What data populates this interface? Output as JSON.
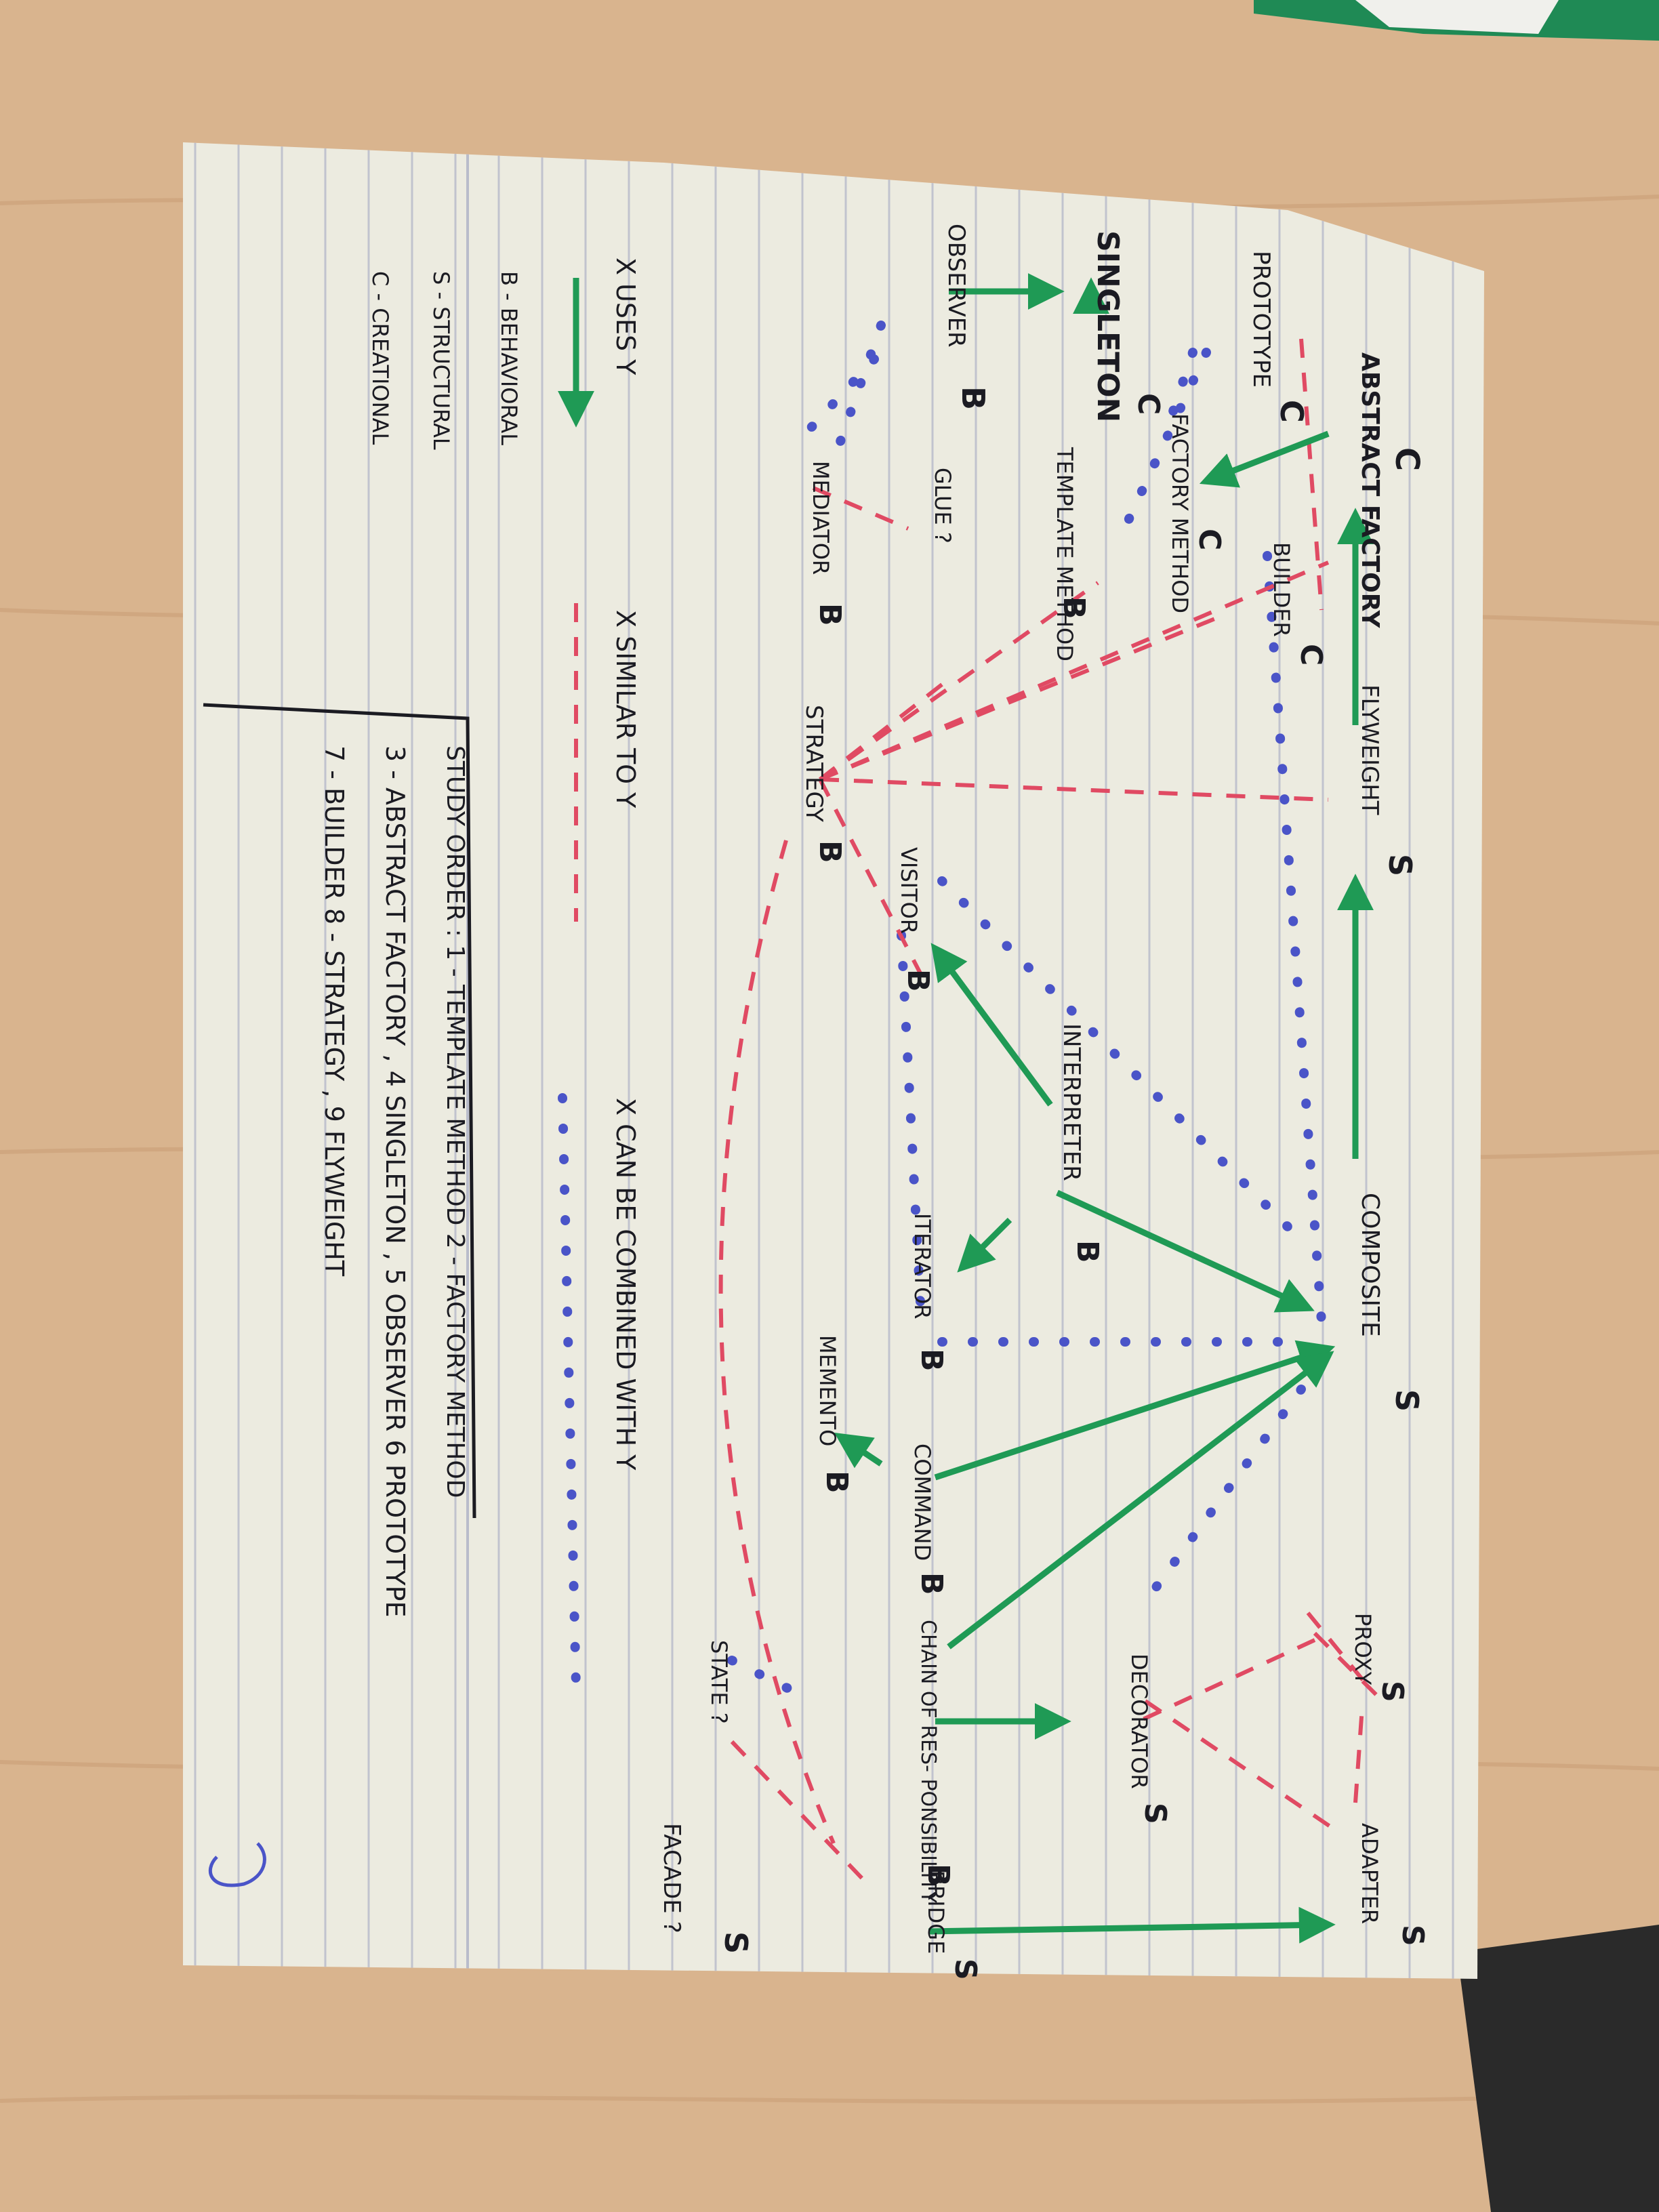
{
  "colors": {
    "desk": "#d9b48e",
    "desk_grain": "#c99f77",
    "paper": "#ecebe0",
    "paper_line": "#b9bccb",
    "ink": "#1b1b22",
    "green": "#1f9a55",
    "blue_dots": "#4a54c8",
    "red_dash": "#e04a63",
    "notebook_green": "#1f8a55",
    "device_dark": "#2a2a2a"
  },
  "nodes": {
    "abstract_factory": "ABSTRACT FACTORY",
    "abstract_factory_type": "C",
    "prototype": "PROTOTYPE",
    "prototype_type": "C",
    "factory_method": "FACTORY METHOD",
    "factory_method_type": "C",
    "singleton": "SINGLETON",
    "singleton_type": "C",
    "template_method": "TEMPLATE METHOD",
    "template_method_type": "B",
    "observer": "OBSERVER",
    "observer_type": "B",
    "glue": "GLUE ?",
    "mediator": "MEDIATOR",
    "mediator_type": "B",
    "builder": "BUILDER",
    "builder_type": "C",
    "strategy": "STRATEGY",
    "strategy_type": "B",
    "flyweight": "FLYWEIGHT",
    "flyweight_type": "S",
    "visitor": "VISITOR",
    "visitor_type": "B",
    "interpreter": "INTERPRETER",
    "interpreter_type": "B",
    "iterator": "ITERATOR",
    "iterator_type": "B",
    "composite": "COMPOSITE",
    "composite_type": "S",
    "memento": "MEMENTO",
    "memento_type": "B",
    "command": "COMMAND",
    "command_type": "B",
    "chain": "CHAIN OF RES- PONSIBILITY",
    "chain_type": "B",
    "decorator": "DECORATOR",
    "decorator_type": "S",
    "proxy": "PROXY",
    "proxy_type": "S",
    "adapter": "ADAPTER",
    "adapter_type": "S",
    "bridge": "BRIDGE",
    "bridge_type": "S",
    "state": "STATE ?",
    "facade": "FACADE ?",
    "facade_type": "S"
  },
  "legend": {
    "uses": "X USES Y",
    "similar": "X SIMILAR TO Y",
    "combined": "X CAN BE COMBINED WITH Y",
    "behavioral": "B - BEHAVIORAL",
    "structural": "S - STRUCTURAL",
    "creational": "C - CREATIONAL"
  },
  "study_order": {
    "line1": "STUDY ORDER : 1 - TEMPLATE METHOD 2 - FACTORY METHOD",
    "line2": "3 - ABSTRACT FACTORY , 4 SINGLETON , 5 OBSERVER 6 PROTOTYPE",
    "line3": "7 - BUILDER 8 - STRATEGY , 9 FLYWEIGHT"
  }
}
